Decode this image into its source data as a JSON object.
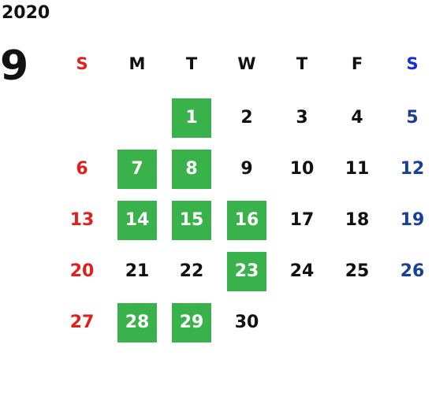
{
  "calendar": {
    "year": "2020",
    "month": "9",
    "weekdays": [
      "S",
      "M",
      "T",
      "W",
      "T",
      "F",
      "S"
    ],
    "weeks": [
      [
        "",
        "",
        "1",
        "2",
        "3",
        "4",
        "5"
      ],
      [
        "6",
        "7",
        "8",
        "9",
        "10",
        "11",
        "12"
      ],
      [
        "13",
        "14",
        "15",
        "16",
        "17",
        "18",
        "19"
      ],
      [
        "20",
        "21",
        "22",
        "23",
        "24",
        "25",
        "26"
      ],
      [
        "27",
        "28",
        "29",
        "30",
        "",
        "",
        ""
      ]
    ],
    "highlighted_days": [
      "1",
      "7",
      "8",
      "14",
      "15",
      "16",
      "23",
      "28",
      "29"
    ]
  },
  "colors": {
    "highlight": "#3ab24b",
    "sunday": "#e0201c",
    "saturday_header": "#1430d6",
    "saturday": "#1a3f9a"
  }
}
